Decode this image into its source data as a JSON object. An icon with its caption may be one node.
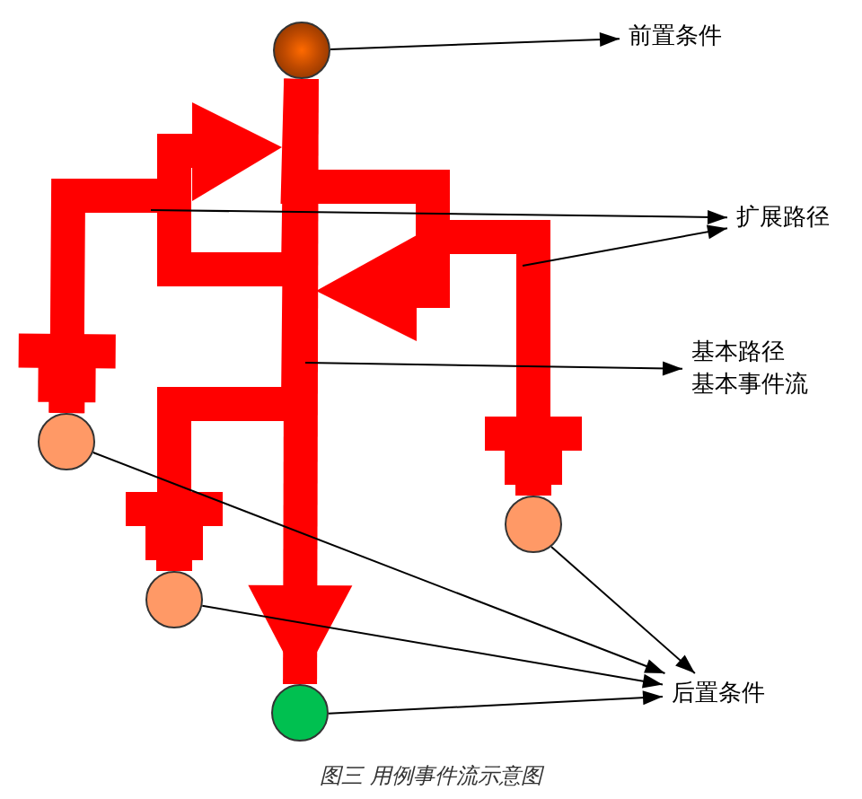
{
  "diagram": {
    "caption": "图三 用例事件流示意图",
    "nodes": [
      {
        "text": [],
        "shape": "circle"
      },
      {
        "text": [
          "前置条件"
        ]
      },
      {
        "text": [
          "扩展路径"
        ]
      },
      {
        "text": [
          "基本路径",
          "基本事件流"
        ]
      },
      {
        "text": [],
        "shape": "circle"
      },
      {
        "text": [],
        "shape": "circle"
      },
      {
        "text": [],
        "shape": "circle"
      },
      {
        "text": [],
        "shape": "circle"
      },
      {
        "text": [
          "后置条件"
        ]
      }
    ],
    "edges": [
      {
        "from": 0,
        "to": 7,
        "arrow": "to",
        "style": "thick",
        "color": "#ff0000"
      },
      {
        "from": 0,
        "to": 4,
        "arrow": "to",
        "style": "thick",
        "color": "#ff0000"
      },
      {
        "from": 0,
        "to": 5,
        "arrow": "to",
        "style": "thick",
        "color": "#ff0000"
      },
      {
        "from": 0,
        "to": 6,
        "arrow": "to",
        "style": "thick",
        "color": "#ff0000"
      },
      {
        "from": 0,
        "to": 1,
        "arrow": "to"
      },
      {
        "from": null,
        "to": 2,
        "arrow": "to"
      },
      {
        "from": null,
        "to": 2,
        "arrow": "to"
      },
      {
        "from": null,
        "to": 3,
        "arrow": "to"
      },
      {
        "from": 4,
        "to": 8,
        "arrow": "to"
      },
      {
        "from": 6,
        "to": 8,
        "arrow": "to"
      },
      {
        "from": 5,
        "to": 8,
        "arrow": "to"
      },
      {
        "from": 7,
        "to": 8,
        "arrow": "to"
      }
    ]
  }
}
